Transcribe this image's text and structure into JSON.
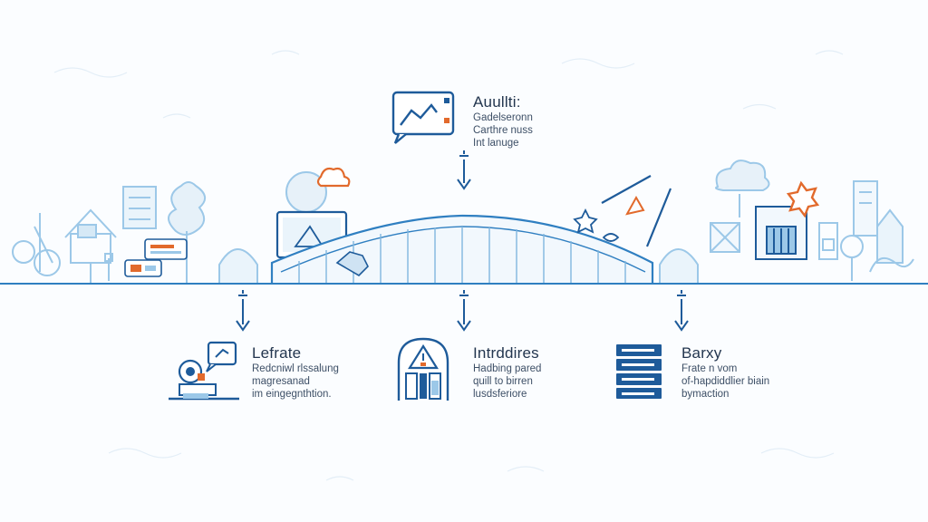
{
  "colors": {
    "primary": "#1e5b9a",
    "light": "#9cc8e8",
    "pale": "#d6e9f6",
    "accent": "#e26a2c",
    "text": "#23364f"
  },
  "nodes": {
    "top": {
      "icon": "chart-monitor-icon",
      "title": "Auullti:",
      "lines": [
        "Gadelseronn",
        "Carthre nuss",
        "Int lanuge"
      ]
    },
    "left": {
      "icon": "desk-computer-icon",
      "title": "Lefrate",
      "lines": [
        "Redcniwl rlssalung",
        "magresanad",
        "im eingegnthtion."
      ]
    },
    "center": {
      "icon": "warning-gateway-icon",
      "title": "Intrddires",
      "lines": [
        "Hadbing pared",
        "quill to birren",
        "lusdsferiore"
      ]
    },
    "right": {
      "icon": "server-stack-icon",
      "title": "Barxy",
      "lines": [
        "Frate n vom",
        "of-hapdiddlier biain",
        "bymaction"
      ]
    }
  }
}
